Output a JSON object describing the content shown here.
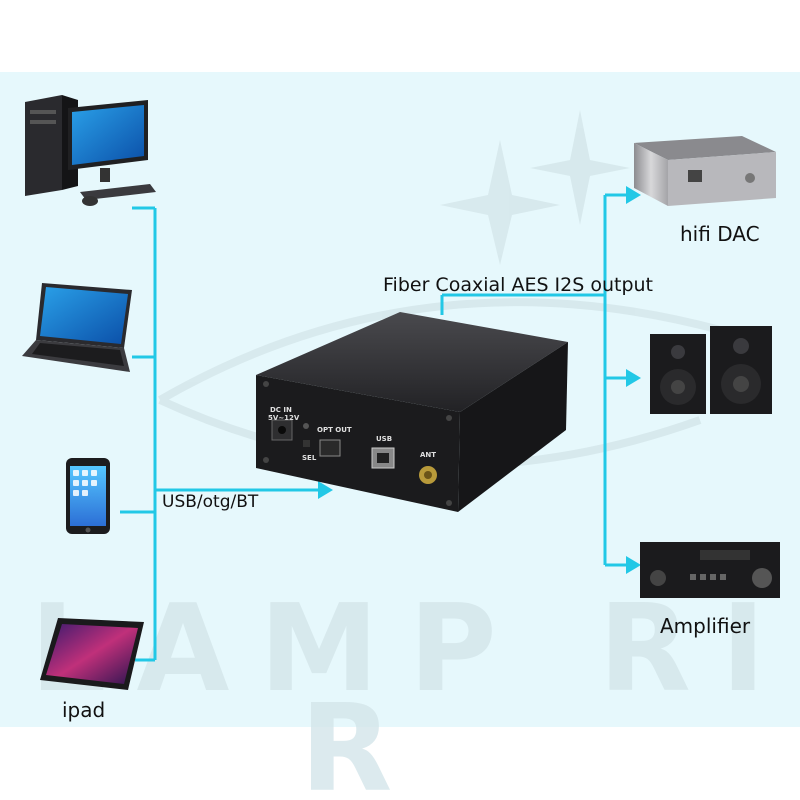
{
  "labels": {
    "output": "Fiber Coaxial AES I2S output",
    "input": "USB/otg/BT",
    "hifi_dac": "hifi DAC",
    "amplifier": "Amplifier",
    "ipad": "ipad"
  },
  "device_panel": {
    "dc_in": "DC IN",
    "voltage": "5V~12V",
    "opt_out": "OPT OUT",
    "usb": "USB",
    "ant": "ANT",
    "sel": "SEL"
  },
  "watermark": {
    "row1": "LAMP RIDIO",
    "row2": "R"
  },
  "colors": {
    "line": "#22c8e6",
    "panel_bg": "#e6f8fc",
    "device": "#1b1b1d"
  }
}
